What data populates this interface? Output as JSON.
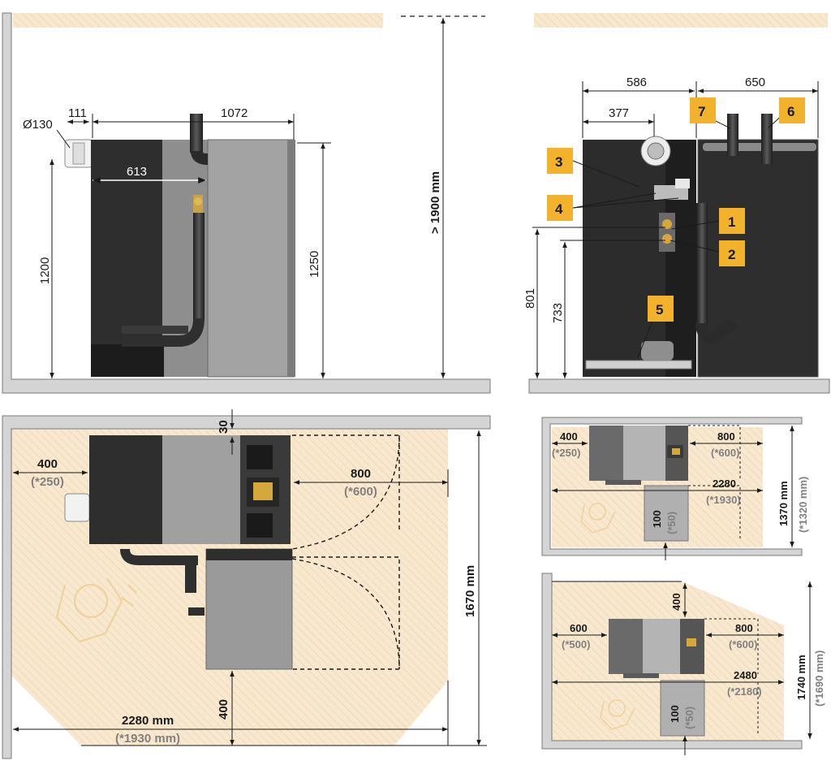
{
  "side_view": {
    "flue_diameter": "Ø130",
    "flue_offset": "111",
    "overall_depth": "1072",
    "inner_depth": "613",
    "flue_height": "1200",
    "boiler_height": "1250",
    "room_height": "> 1900 mm"
  },
  "rear_view": {
    "width_left": "586",
    "width_right": "650",
    "width_inner": "377",
    "height_801": "801",
    "height_733": "733",
    "callouts": [
      "1",
      "2",
      "3",
      "4",
      "5",
      "6",
      "7"
    ]
  },
  "plan_main": {
    "rear_clearance": "30",
    "left_clearance": "400",
    "left_clearance_alt": "(*250)",
    "side_clearance": "800",
    "side_clearance_alt": "(*600)",
    "room_depth": "1670 mm",
    "bottom_clearance": "400",
    "room_width": "2280 mm",
    "room_width_alt": "(*1930 mm)"
  },
  "plan_small_1": {
    "left_clearance": "400",
    "left_clearance_alt": "(*250)",
    "side_clearance": "800",
    "side_clearance_alt": "(*600)",
    "room_width": "2280",
    "room_width_alt": "(*1930)",
    "front_clearance": "100",
    "front_clearance_alt": "(*50)",
    "room_depth": "1370 mm",
    "room_depth_alt": "(*1320 mm)"
  },
  "plan_small_2": {
    "top_clearance": "400",
    "left_clearance": "600",
    "left_clearance_alt": "(*500)",
    "side_clearance": "800",
    "side_clearance_alt": "(*600)",
    "room_width": "2480",
    "room_width_alt": "(*2180)",
    "front_clearance": "100",
    "front_clearance_alt": "(*50)",
    "room_depth": "1740 mm",
    "room_depth_alt": "(*1690 mm)"
  },
  "colors": {
    "floor_zone": "#f8e8cf",
    "wall": "#c8c8c8",
    "dark_panel": "#2f2f2f",
    "grey_panel": "#9a9a9a",
    "callout_fill": "#f2b22c"
  }
}
